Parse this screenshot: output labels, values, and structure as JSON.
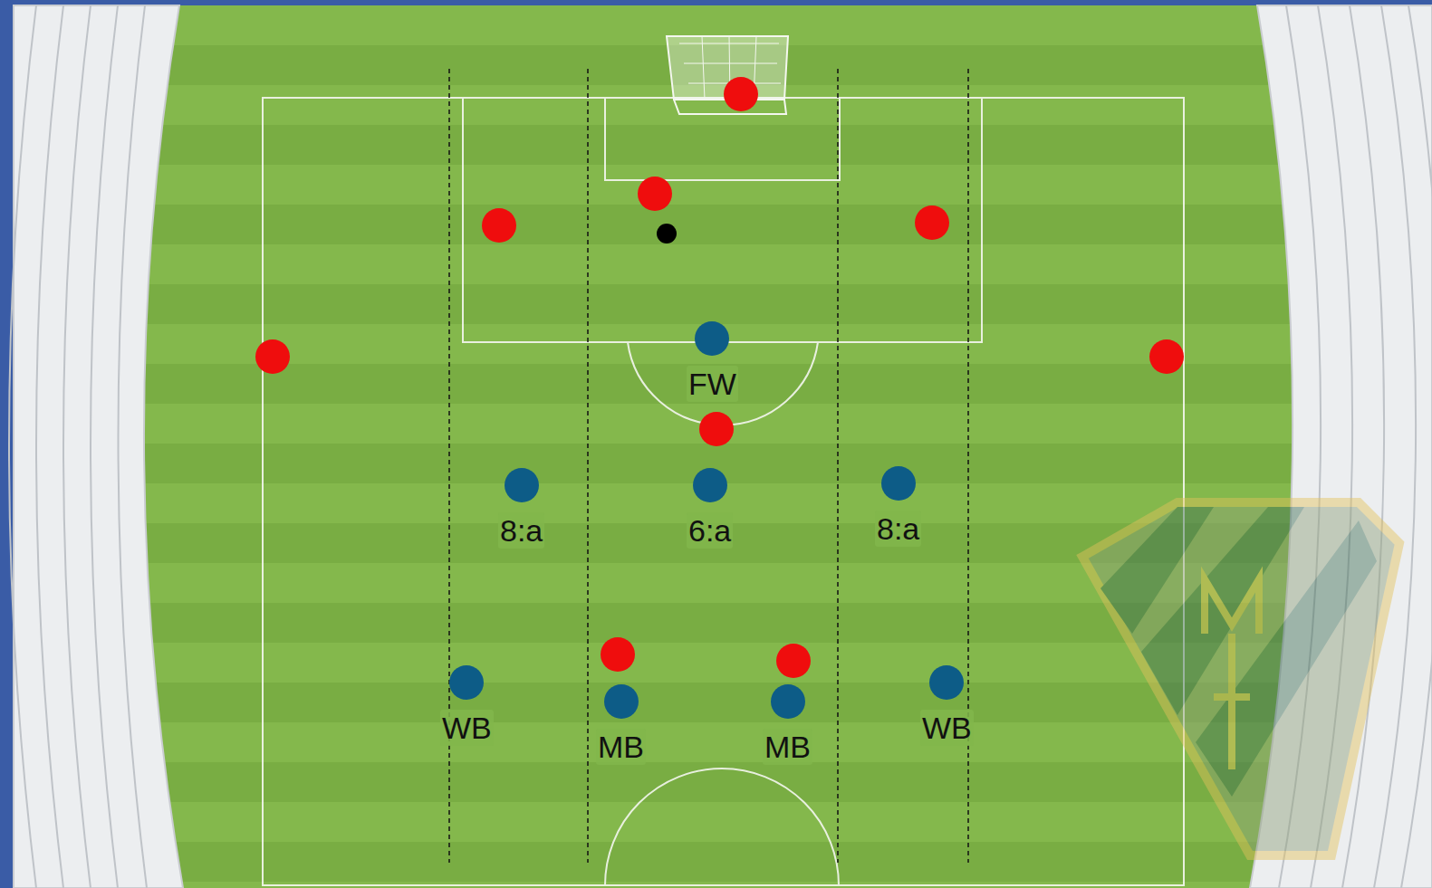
{
  "diagram": {
    "nodes": [
      {
        "text": [
          "FW"
        ]
      },
      {
        "text": [
          "8:a"
        ]
      },
      {
        "text": [
          "6:a"
        ]
      },
      {
        "text": [
          "8:a"
        ]
      },
      {
        "text": [
          "WB"
        ]
      },
      {
        "text": [
          "MB"
        ]
      },
      {
        "text": [
          "MB"
        ]
      },
      {
        "text": [
          "WB"
        ]
      }
    ]
  }
}
